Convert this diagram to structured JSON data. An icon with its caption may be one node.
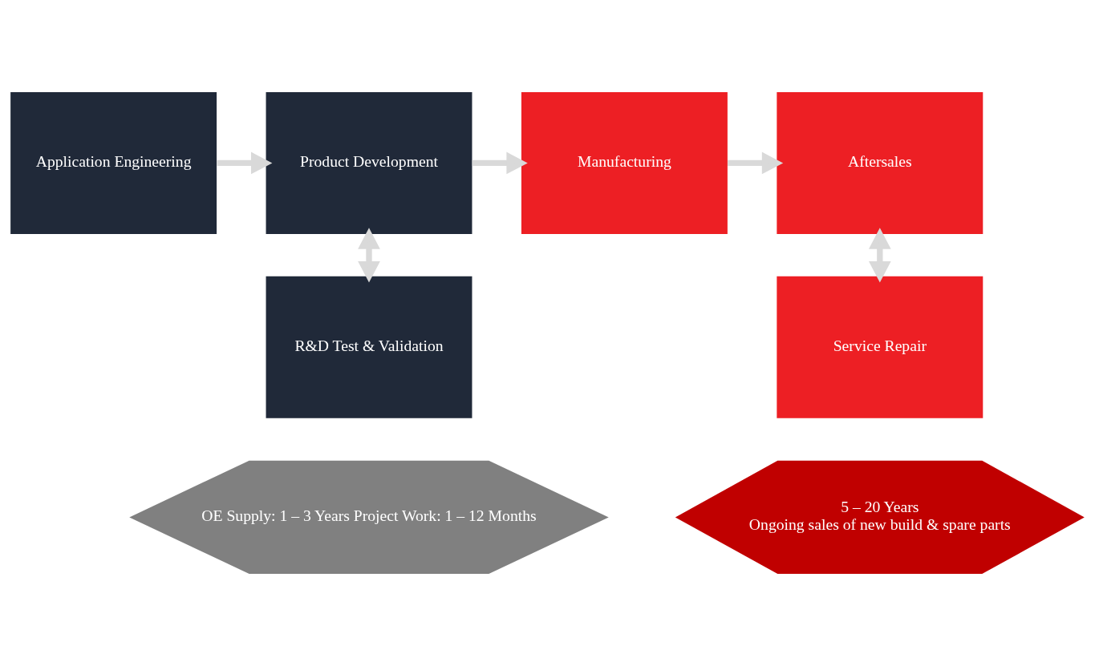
{
  "diagram": {
    "nodes": [
      {
        "text": [
          "Application Engineering"
        ]
      },
      {
        "text": [
          "Product Development"
        ]
      },
      {
        "text": [
          "Manufacturing"
        ]
      },
      {
        "text": [
          "Aftersales"
        ]
      },
      {
        "text": [
          "R&D Test & Validation"
        ]
      },
      {
        "text": [
          "Service Repair"
        ]
      },
      {
        "text": [
          "OE Supply: 1 – 3 Years Project Work: 1 – 12 Months"
        ]
      },
      {
        "text": [
          "5 – 20 Years",
          "Ongoing sales of new build & spare parts"
        ]
      }
    ],
    "edges": [
      {
        "from": 0,
        "to": 1,
        "arrow": "to"
      },
      {
        "from": 1,
        "to": 2,
        "arrow": "to"
      },
      {
        "from": 2,
        "to": 3,
        "arrow": "to"
      },
      {
        "from": 1,
        "to": 4,
        "arrow": "both"
      },
      {
        "from": 3,
        "to": 5,
        "arrow": "both"
      }
    ]
  }
}
